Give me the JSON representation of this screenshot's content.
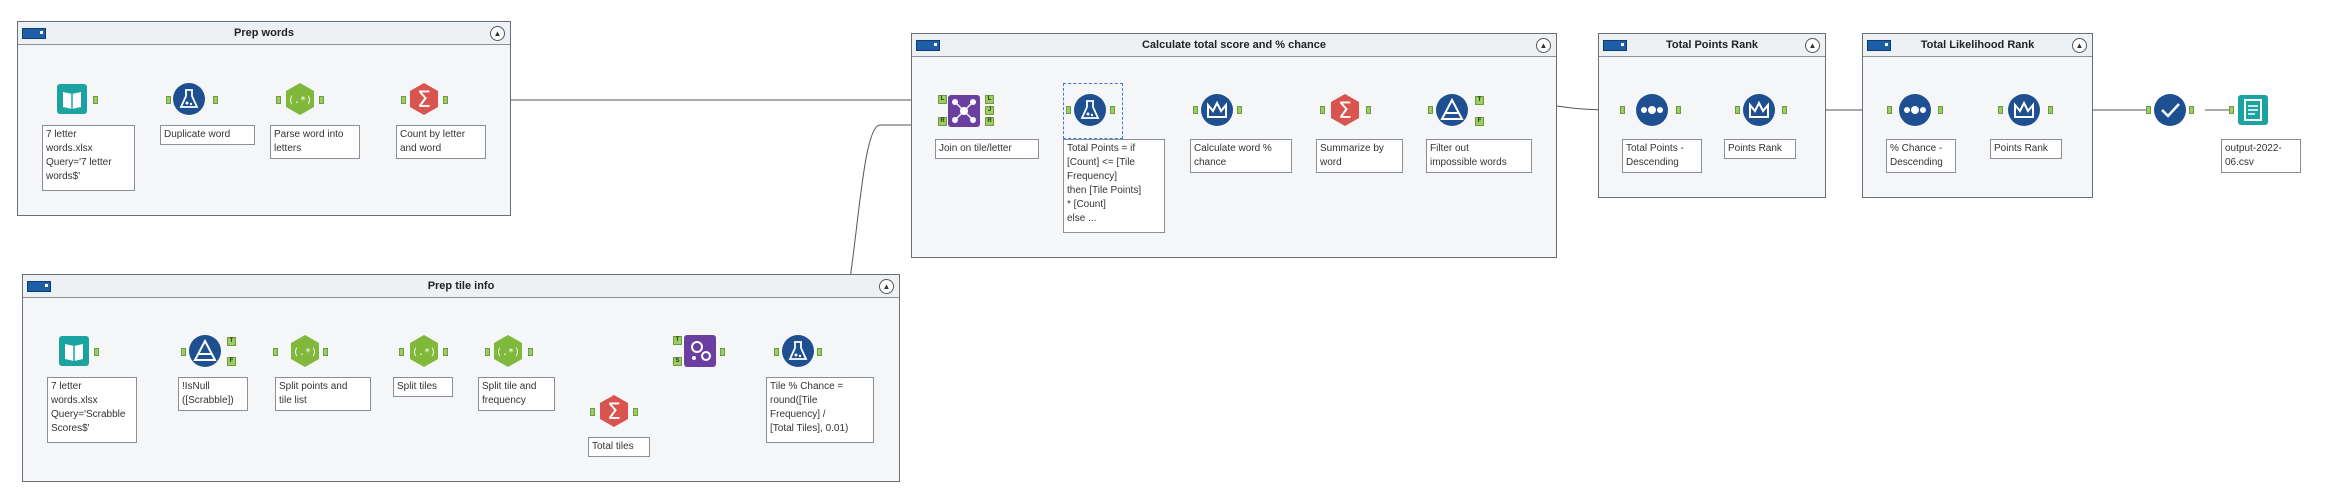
{
  "containers": {
    "prep_words": "Prep words",
    "prep_tile": "Prep tile info",
    "calc_total": "Calculate total score and % chance",
    "points_rank": "Total Points Rank",
    "likelihood_rank": "Total Likelihood Rank"
  },
  "annotations": {
    "input_words": "7 letter\nwords.xlsx\nQuery='7 letter\nwords$'",
    "duplicate_word": "Duplicate word",
    "parse_word": "Parse word into\nletters",
    "count_letter": "Count by letter\nand word",
    "input_tiles": "7 letter\nwords.xlsx\nQuery='Scrabble\nScores$'",
    "isnull_filter": "!IsNull\n([Scrabble])",
    "split_points": "Split points and\ntile list",
    "split_tiles": "Split tiles",
    "split_tile_freq": "Split tile and\nfrequency",
    "total_tiles": "Total tiles",
    "tile_chance": "Tile % Chance =\nround([Tile\nFrequency] /\n[Total Tiles], 0.01)",
    "join_tile": "Join on tile/letter",
    "total_points": "Total Points = if\n[Count] <= [Tile\nFrequency]\nthen [Tile Points]\n* [Count]\nelse ...",
    "calc_word_chance": "Calculate word %\nchance",
    "summarize_word": "Summarize by\nword",
    "filter_impossible": "Filter out\nimpossible words",
    "sort_points": "Total Points -\nDescending",
    "rank_points_1": "Points Rank",
    "sort_chance": "% Chance -\nDescending",
    "rank_points_2": "Points Rank",
    "output": "output-2022-\n06.csv"
  },
  "ports": {
    "join_l": "L",
    "join_j": "J",
    "join_r": "R",
    "join_r_out": "R",
    "filter_t": "T",
    "filter_f": "F",
    "isnull_t": "T",
    "isnull_f": "F",
    "append_t": "T",
    "append_s": "S",
    "filter2_t": "T",
    "filter2_f": "F"
  },
  "colors": {
    "input": "#1aa3a0",
    "prep": "#1d4f91",
    "parse": "#7fb83a",
    "summarize": "#d9534f",
    "join": "#6b3fa0",
    "developer": "#6b3fa0",
    "connector": "#555555",
    "port": "#9ccc65"
  },
  "icons": {
    "input": "book-icon",
    "formula": "flask-icon",
    "regex": "regex-hexagon-icon",
    "summarize": "sigma-icon",
    "join": "join-nodes-icon",
    "filter": "filter-triangle-icon",
    "append": "gear-cluster-icon",
    "sort": "three-dots-icon",
    "rank": "crown-icon",
    "browse": "checkmark-icon",
    "output": "output-file-icon"
  }
}
